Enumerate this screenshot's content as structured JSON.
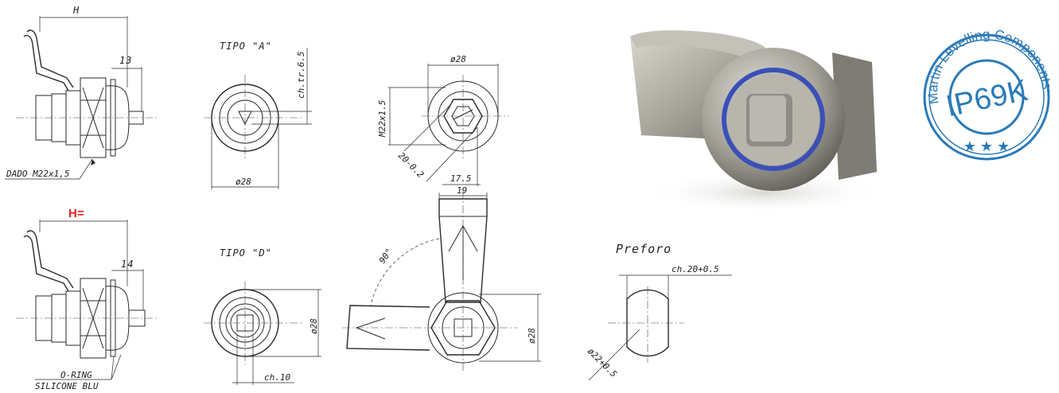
{
  "labels": {
    "h_top": "H",
    "dim_13": "13",
    "nut": "DADO M22x1,5",
    "h_eq": "H=",
    "dim_14": "14",
    "oring_line1": "O-RING",
    "oring_line2": "SILICONE BLU",
    "tipo_a": "TIPO \"A\"",
    "ch_tr": "ch.tr.6.5",
    "d28_a": "ø28",
    "tipo_d": "TIPO \"D\"",
    "d28_d": "ø28",
    "ch10": "ch.10",
    "d28_top": "ø28",
    "m22": "M22x1.5",
    "d20": "20-0.2",
    "d175": "17.5",
    "d19": "19",
    "deg90": "90°",
    "d28_side": "ø28",
    "preforo": "Preforo",
    "ch20": "ch.20+0.5",
    "d22": "ø22+0.5"
  },
  "seal": {
    "arc_text": "Martin Levelling Components",
    "center_text": "IP69K",
    "stars": "★ ★ ★",
    "color": "#2a7ab8"
  },
  "photo": {
    "ring_color": "#3a4fb8",
    "metal_color": "#9a9a92"
  },
  "accent": "#e02020"
}
